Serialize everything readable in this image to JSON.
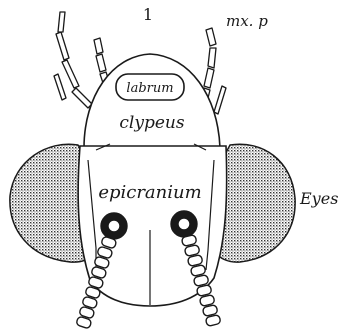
{
  "figure": {
    "number": "1",
    "labels": {
      "maxillary_palp": "mx. p",
      "labrum": "labrum",
      "clypeus": "clypeus",
      "epicranium": "epicranium",
      "eyes": "Eyes"
    }
  },
  "colors": {
    "ink": "#1a1a1a",
    "background": "#ffffff"
  }
}
